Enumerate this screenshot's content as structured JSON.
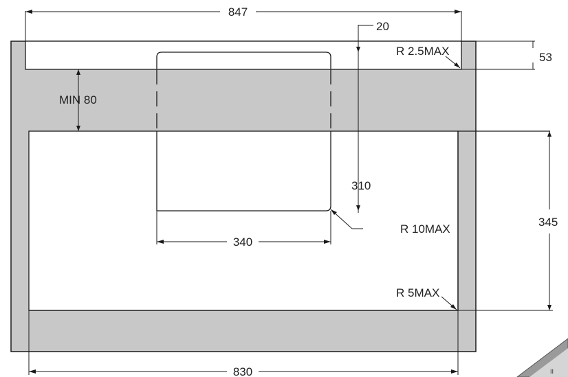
{
  "dimensions": {
    "overall_width": "847",
    "top_right_height": "53",
    "top_offset": "20",
    "min_band": "MIN 80",
    "radius_top": "R 2.5MAX",
    "window_height": "310",
    "right_height": "345",
    "radius_window": "R 10MAX",
    "window_width": "340",
    "radius_bottom": "R 5MAX",
    "bottom_width": "830"
  },
  "colors": {
    "panel_fill": "#c8c8c8",
    "line": "#1a1a1a",
    "background": "#ffffff"
  },
  "corner_badge": "II"
}
